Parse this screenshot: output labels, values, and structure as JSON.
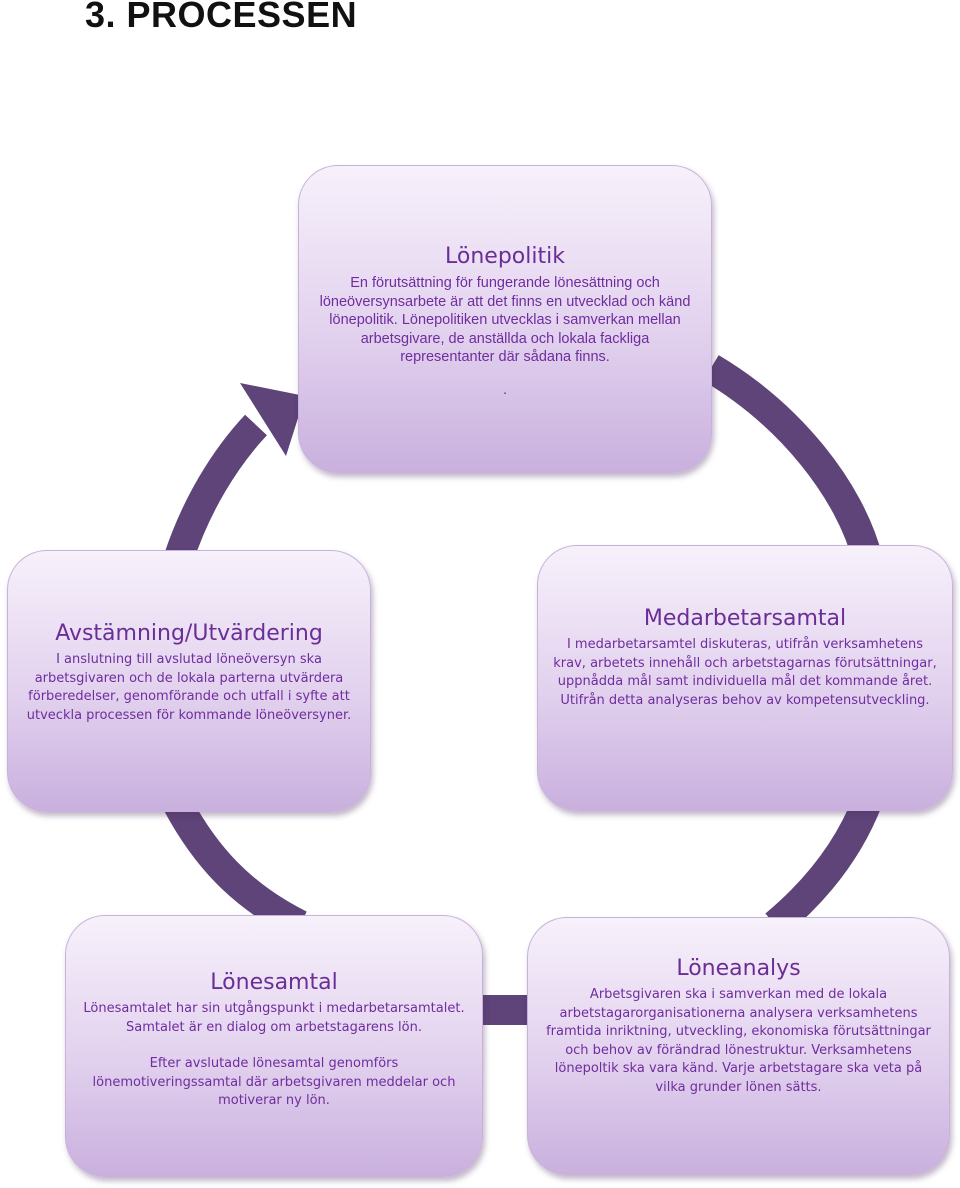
{
  "heading": "3. PROCESSEN",
  "boxes": {
    "lonepolitik": {
      "title": "Lönepolitik",
      "text": "En förutsättning för fungerande lönesättning och löneöversynsarbete är att det finns en utvecklad och känd lönepolitik. Lönepolitiken utvecklas i samverkan mellan arbetsgivare, de anställda och lokala fackliga representanter där sådana finns.",
      "extra": "."
    },
    "avstamning": {
      "title": "Avstämning/Utvärdering",
      "text": "I anslutning till avslutad löneöversyn ska arbetsgivaren och de lokala parterna utvärdera förberedelser, genomförande och utfall i syfte att utveckla processen för kommande löneöversyner."
    },
    "medarbetarsamtal": {
      "title": "Medarbetarsamtal",
      "text": "I medarbetarsamtel diskuteras, utifrån verksamhetens krav, arbetets innehåll och arbetstagarnas förutsättningar, uppnådda mål samt individuella mål det kommande året. Utifrån detta analyseras behov av kompetensutveckling."
    },
    "lonesamtal": {
      "title": "Lönesamtal",
      "text1": "Lönesamtalet har sin utgångspunkt i medarbetarsamtalet. Samtalet är en dialog om arbetstagarens lön.",
      "text2": "Efter avslutade lönesamtal genomförs lönemotiveringssamtal där arbetsgivaren meddelar och motiverar ny lön."
    },
    "loneanalys": {
      "title": "Löneanalys",
      "text": "Arbetsgivaren ska i samverkan med de lokala arbetstagarorganisationerna analysera verksamhetens framtida inriktning, utveckling, ekonomiska förutsättningar och behov av förändrad lönestruktur. Verksamhetens lönepoltik ska vara känd. Varje arbetstagare ska veta på vilka grunder lönen sätts."
    }
  },
  "colors": {
    "ring": "#5e4478",
    "title": "#6a2e96",
    "text": "#6f2d9e"
  }
}
